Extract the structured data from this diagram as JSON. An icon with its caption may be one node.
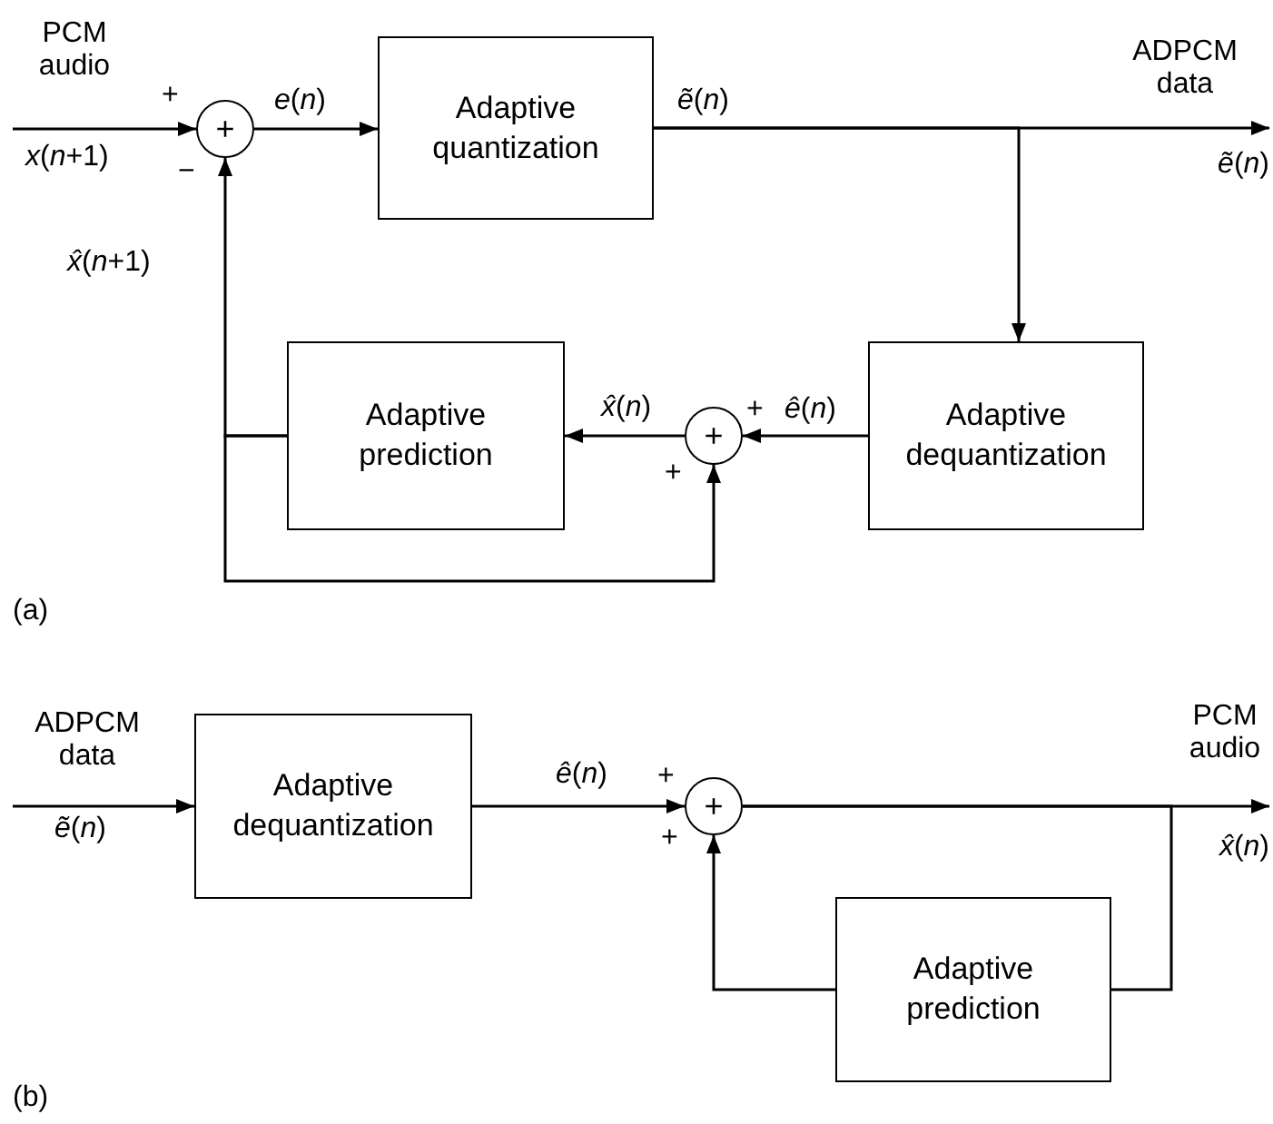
{
  "diagram": {
    "nodes": [
      {
        "text": [
          "+"
        ]
      },
      {
        "text": [
          "Adaptive quantization"
        ]
      },
      {
        "text": [
          "Adaptive dequantization"
        ]
      },
      {
        "text": [
          "+"
        ]
      },
      {
        "text": [
          "Adaptive prediction"
        ]
      },
      {
        "text": [
          "Adaptive dequantization"
        ]
      },
      {
        "text": [
          "+"
        ]
      },
      {
        "text": [
          "Adaptive prediction"
        ]
      },
      {
        "text": [
          "ADPCM data",
          "*ẽ*(*n*)"
        ]
      },
      {
        "text": [
          "PCM audio",
          "*x̂*(*n*)"
        ]
      }
    ],
    "edges": [
      {
        "from": null,
        "to": 0,
        "arrow": "to"
      },
      {
        "from": 0,
        "to": 1,
        "arrow": "to",
        "label": "*e*(*n*)"
      },
      {
        "from": 1,
        "to": 8,
        "arrow": "to",
        "label": "*ẽ*(*n*)"
      },
      {
        "from": 1,
        "to": 2,
        "arrow": "to"
      },
      {
        "from": 2,
        "to": 3,
        "arrow": "to",
        "label": "*ê*(*n*)"
      },
      {
        "from": 3,
        "to": 4,
        "arrow": "to",
        "label": "*x̂*(*n*)"
      },
      {
        "from": 4,
        "to": 0,
        "arrow": "to",
        "label": "*x̂*(*n*+1)"
      },
      {
        "from": 4,
        "to": 3,
        "arrow": "to"
      },
      {
        "from": null,
        "to": 5,
        "arrow": "to"
      },
      {
        "from": 5,
        "to": 6,
        "arrow": "to",
        "label": "*ê*(*n*)"
      },
      {
        "from": 6,
        "to": 9,
        "arrow": "to"
      },
      {
        "from": 6,
        "to": 7,
        "arrow": "none"
      },
      {
        "from": 7,
        "to": 6,
        "arrow": "to"
      }
    ],
    "labels": [
      "PCM audio",
      "+",
      "*x*(*n*+1)",
      "−",
      "+",
      "+",
      "(a)",
      "ADPCM data",
      "+",
      "*ẽ*(*n*)",
      "+",
      "(b)"
    ]
  }
}
